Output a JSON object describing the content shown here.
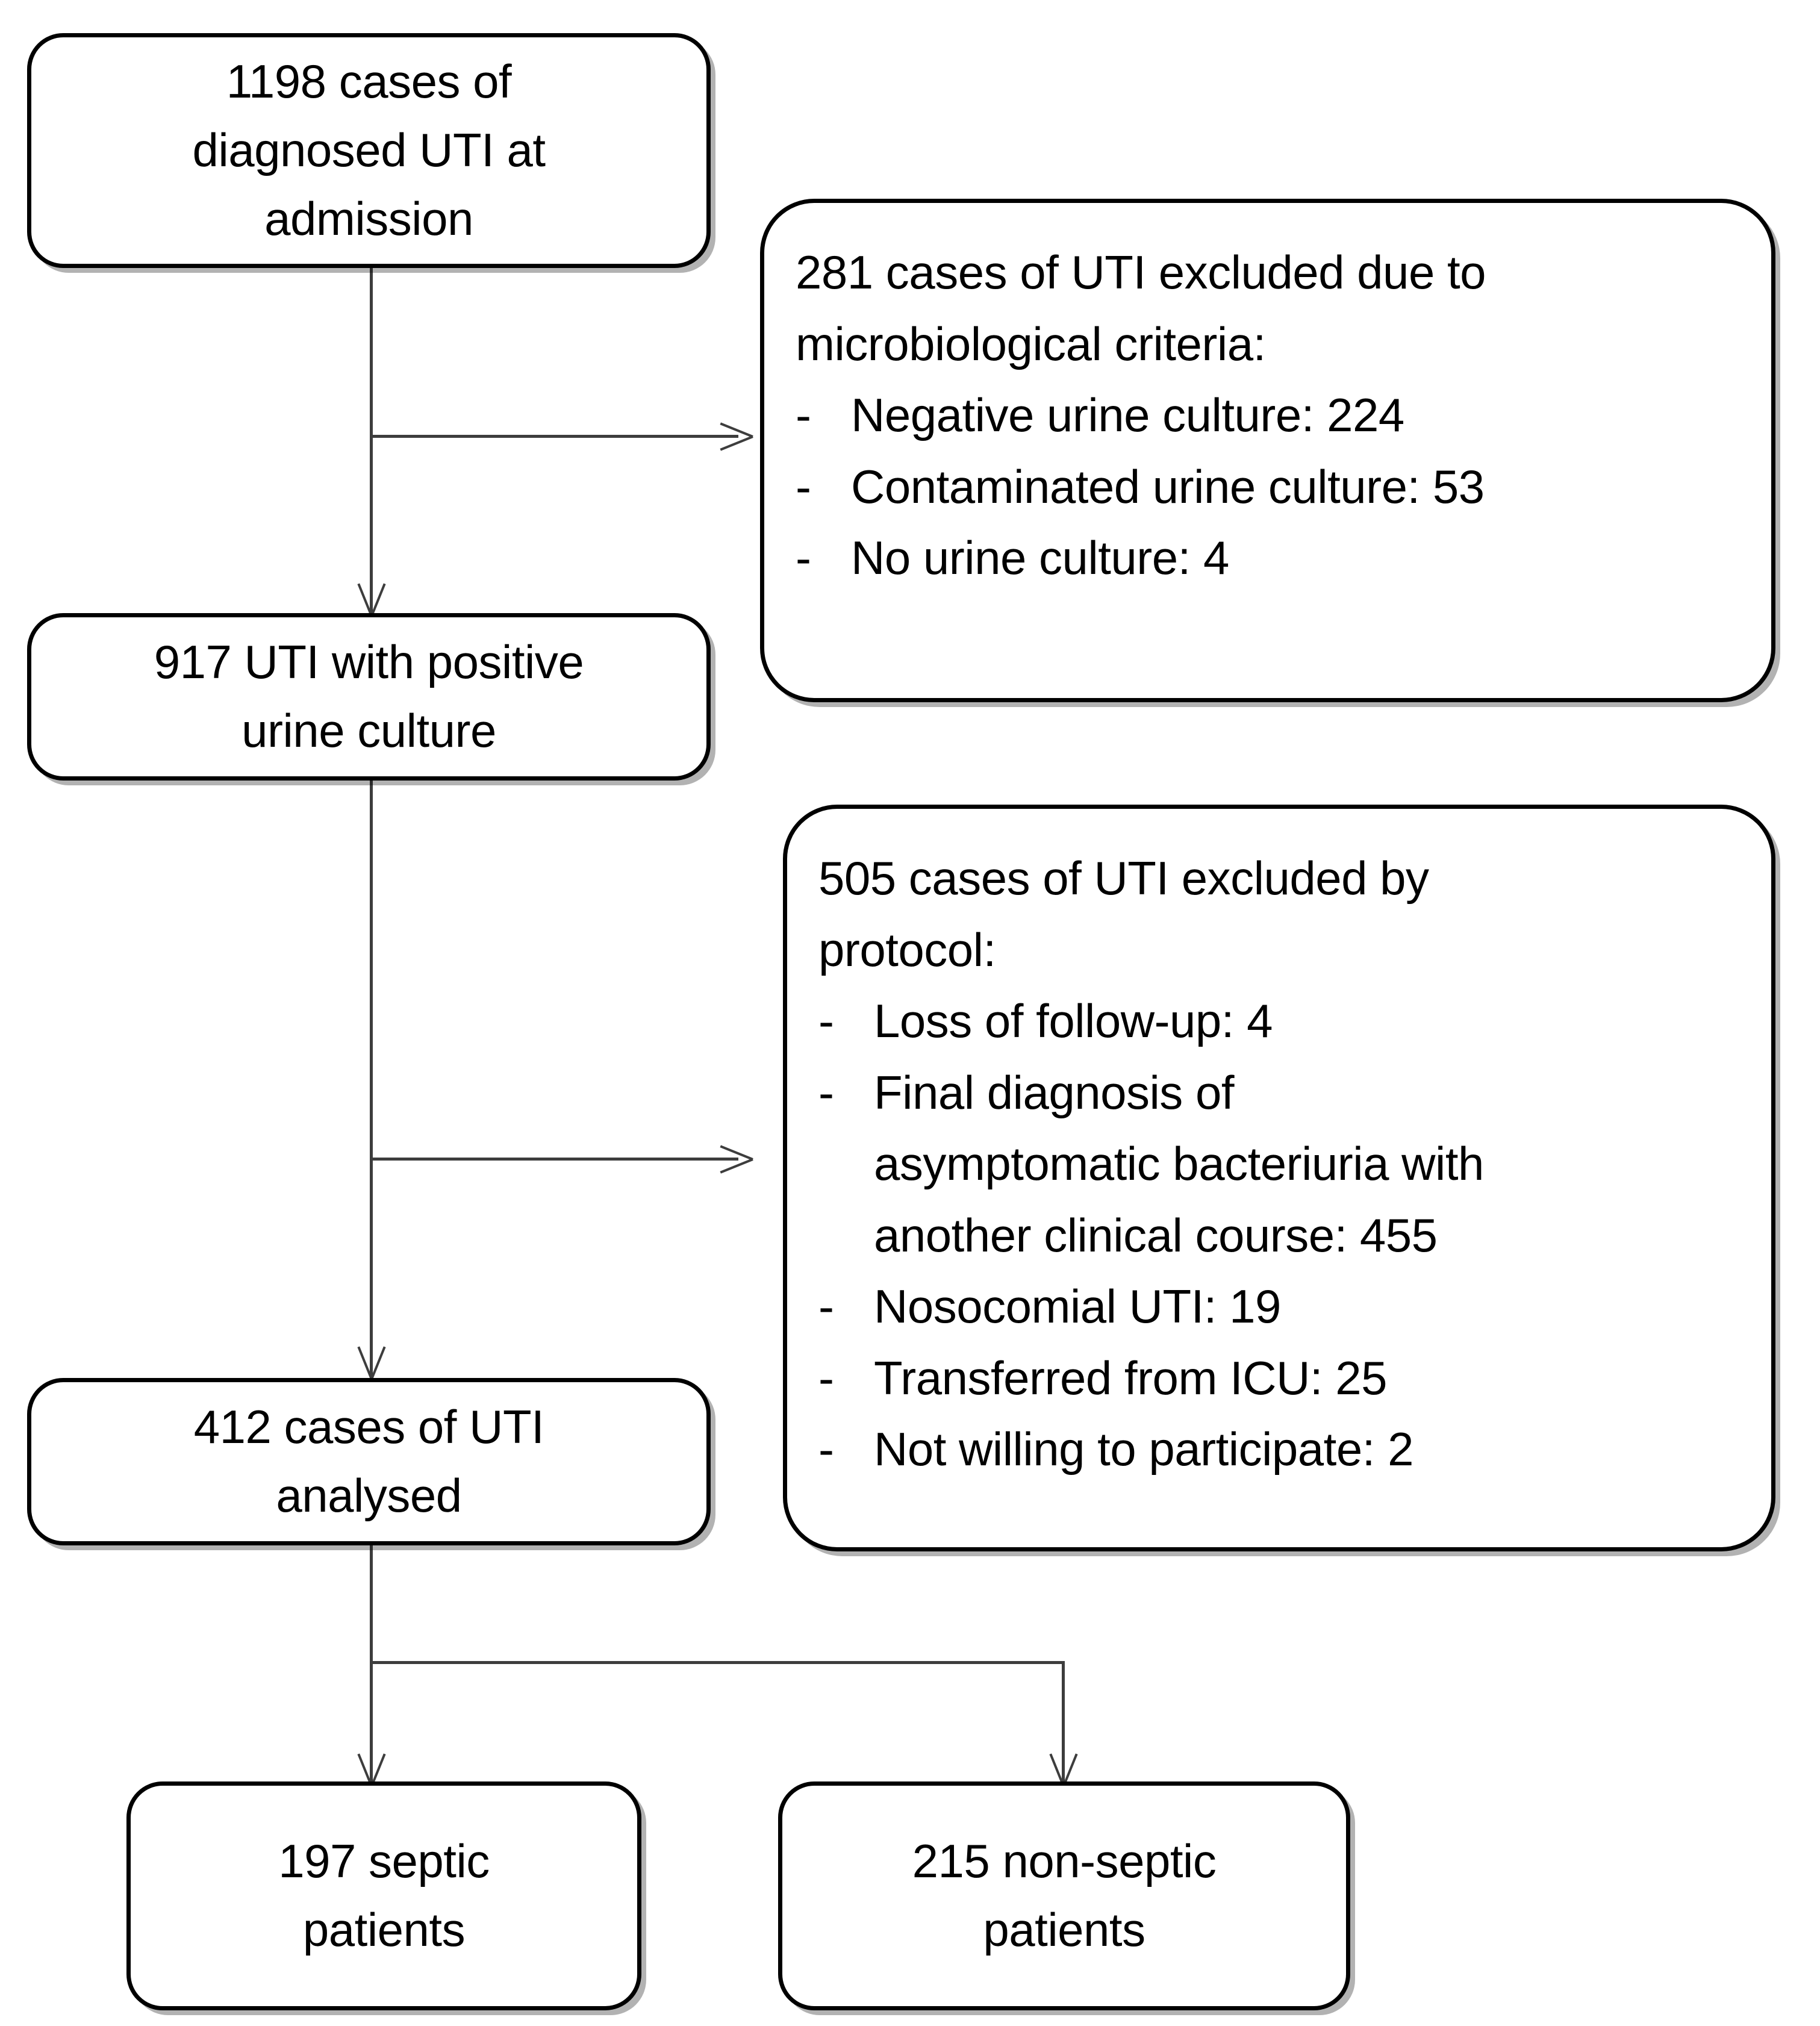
{
  "diagram": {
    "type": "study-flow-diagram",
    "nodes": {
      "admission": {
        "text": "1198 cases of\ndiagnosed UTI at\nadmission"
      },
      "positive_culture": {
        "text": "917 UTI with positive\nurine culture"
      },
      "analysed": {
        "text": "412 cases of UTI\nanalysed"
      },
      "septic": {
        "text": "197 septic\npatients"
      },
      "non_septic": {
        "text": "215 non-septic\npatients"
      }
    },
    "exclusions": {
      "microbiological": {
        "heading": "281 cases of UTI excluded due to\nmicrobiological criteria:",
        "bullet_marker": "-",
        "items": [
          "Negative urine culture: 224",
          "Contaminated urine culture: 53",
          "No urine culture: 4"
        ]
      },
      "protocol": {
        "heading": " 505 cases of UTI excluded by\nprotocol:",
        "bullet_marker": "-",
        "items": [
          "Loss of follow-up: 4",
          "Final diagnosis of\nasymptomatic bacteriuria with\nanother clinical course: 455",
          "Nosocomial UTI: 19",
          "Transferred from ICU: 25",
          "Not willing to participate: 2"
        ]
      }
    },
    "colors": {
      "box_border": "#000000",
      "connector": "#3d3d3d",
      "background": "#ffffff",
      "text": "#000000"
    }
  }
}
